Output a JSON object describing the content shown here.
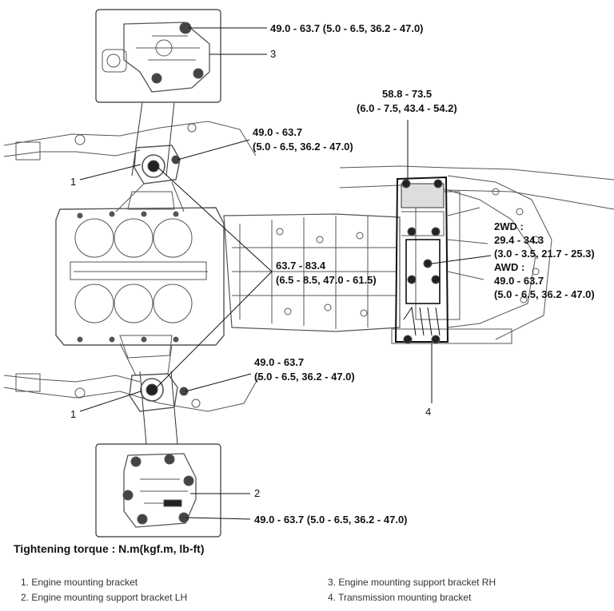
{
  "torque_labels": {
    "rh_support_bracket": "49.0 - 63.7 (5.0 - 6.5, 36.2 - 47.0)",
    "rh_mount_line1": "49.0 - 63.7",
    "rh_mount_line2": "(5.0 - 6.5, 36.2 - 47.0)",
    "trans_top_line1": "58.8 - 73.5",
    "trans_top_line2": "(6.0 - 7.5, 43.4 - 54.2)",
    "center_line1": "63.7 - 83.4",
    "center_line2": "(6.5 - 8.5, 47.0 - 61.5)",
    "lh_mount_line1": "49.0 - 63.7",
    "lh_mount_line2": "(5.0 - 6.5, 36.2 - 47.0)",
    "lh_support_bracket": "49.0 - 63.7 (5.0 - 6.5, 36.2 - 47.0)",
    "trans_2wd_header": "2WD :",
    "trans_2wd_line1": "29.4 - 34.3",
    "trans_2wd_line2": "(3.0 - 3.5, 21.7 - 25.3)",
    "trans_awd_header": "AWD :",
    "trans_awd_line1": "49.0 - 63.7",
    "trans_awd_line2": "(5.0 - 6.5, 36.2 - 47.0)"
  },
  "callouts": {
    "n1_upper": "1",
    "n1_lower": "1",
    "n2": "2",
    "n3": "3",
    "n4": "4"
  },
  "title": "Tightening torque : N.m(kgf.m, lb-ft)",
  "legend": [
    "1. Engine mounting bracket",
    "2. Engine mounting support bracket LH",
    "3. Engine mounting support bracket RH",
    "4. Transmission mounting bracket"
  ]
}
